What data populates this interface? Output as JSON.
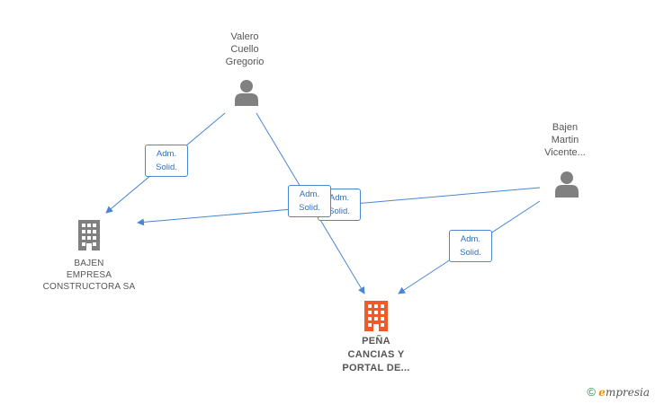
{
  "nodes": {
    "valero": {
      "lines": "Valero\nCuello\nGregorio"
    },
    "bajen_martin": {
      "lines": "Bajen\nMartin\nVicente..."
    },
    "bajen_empresa": {
      "lines": "BAJEN\nEMPRESA\nCONSTRUCTORA SA"
    },
    "pena": {
      "lines": "PEÑA\nCANCIAS Y\nPORTAL DE..."
    }
  },
  "edge_labels": [
    {
      "line1": "Adm.",
      "line2": "Solid."
    },
    {
      "line1": "Adm.",
      "line2": "Solid."
    },
    {
      "line1": "Adm.",
      "line2": "Solid."
    },
    {
      "line1": "Adm.",
      "line2": "Solid."
    }
  ],
  "colors": {
    "edge": "#4a86d4",
    "person": "#808080",
    "company": "#808080",
    "main_company": "#f05a28"
  },
  "brand": {
    "copyright": "©",
    "e": "e",
    "rest": "mpresia"
  }
}
